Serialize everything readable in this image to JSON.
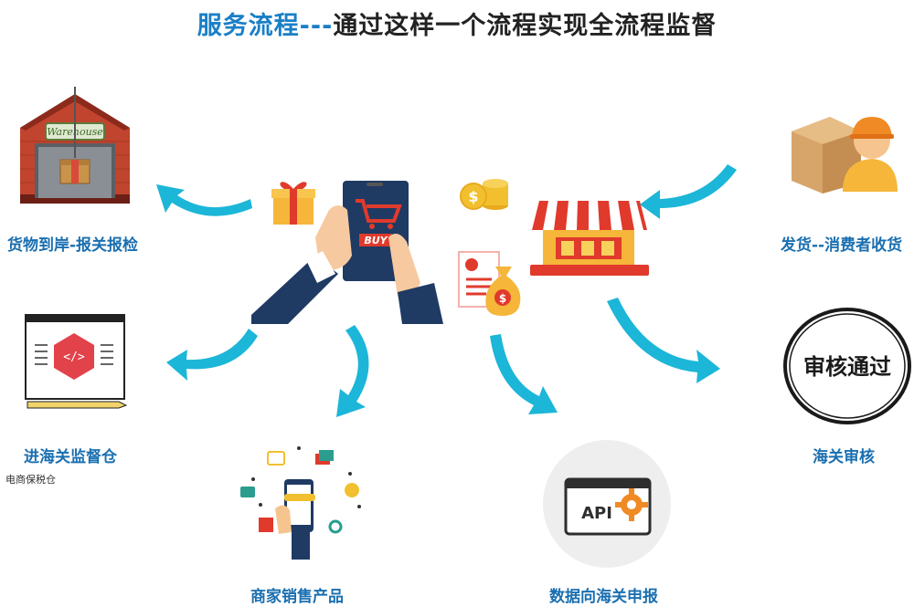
{
  "title": {
    "part1": "服务流程---",
    "part2": "通过这样一个流程实现全流程监督"
  },
  "steps": {
    "arrival": "货物到岸-报关报检",
    "warehouse": "进海关监督仓",
    "warehouse_sub": "电商保税仓",
    "sales": "商家销售产品",
    "data": "数据向海关申报",
    "review": "海关审核",
    "shipping": "发货--消费者收货"
  },
  "icons": {
    "warehouse_sign": "Warehouse",
    "phone_sign": "BUY",
    "api_label": "API",
    "stamp": "审核通过"
  },
  "colors": {
    "accent": "#1a7fc7",
    "arrow": "#1cb6d8",
    "label": "#1a6fb0",
    "red": "#e03a2c"
  }
}
